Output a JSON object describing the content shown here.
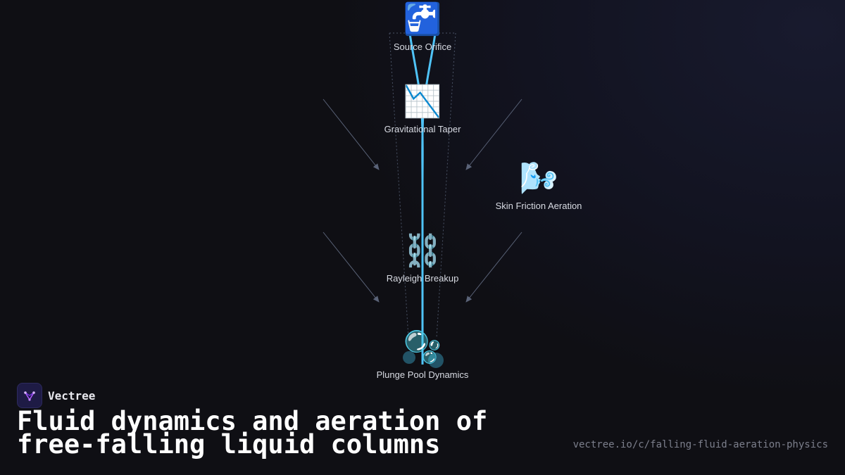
{
  "diagram": {
    "nodes": [
      {
        "id": "source",
        "label": "Source Orifice",
        "icon": "potable-water-icon",
        "glyph": "🚰"
      },
      {
        "id": "taper",
        "label": "Gravitational Taper",
        "icon": "chart-decreasing-icon",
        "glyph": "📉"
      },
      {
        "id": "aeration",
        "label": "Skin Friction Aeration",
        "icon": "wind-face-icon",
        "glyph": "🌬️"
      },
      {
        "id": "breakup",
        "label": "Rayleigh Breakup",
        "icon": "chains-icon",
        "glyph": "⛓️"
      },
      {
        "id": "plunge",
        "label": "Plunge Pool Dynamics",
        "icon": "bubbles-icon",
        "glyph": "🫧"
      }
    ],
    "colors": {
      "stream": "#4fc3f7",
      "guide": "#4a5366",
      "arrow": "#5a6378",
      "splash": "#3aa7c9"
    }
  },
  "brand": {
    "name": "Vectree",
    "logo_icon": "vectree-logo-icon"
  },
  "title": "Fluid dynamics and aeration of free-falling liquid columns",
  "url": "vectree.io/c/falling-fluid-aeration-physics"
}
